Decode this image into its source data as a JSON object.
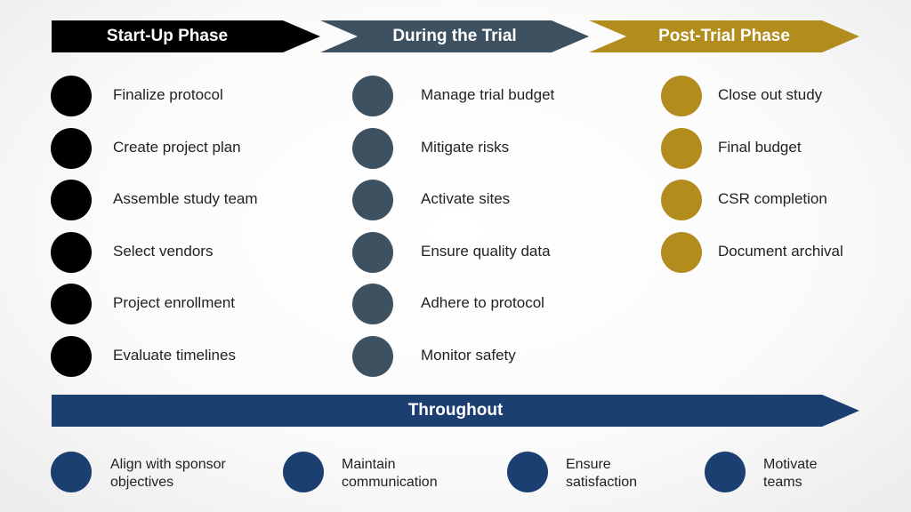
{
  "colors": {
    "startup": "#000000",
    "trial": "#3e5161",
    "post": "#b28c1c",
    "throughout": "#1c3f72"
  },
  "phases": [
    {
      "title": "Start-Up Phase",
      "items": [
        "Finalize protocol",
        "Create project plan",
        "Assemble study team",
        "Select vendors",
        "Project enrollment",
        "Evaluate timelines"
      ]
    },
    {
      "title": "During the Trial",
      "items": [
        "Manage trial budget",
        "Mitigate risks",
        "Activate sites",
        "Ensure quality data",
        "Adhere to protocol",
        "Monitor safety"
      ]
    },
    {
      "title": "Post-Trial Phase",
      "items": [
        "Close out study",
        "Final budget",
        "CSR completion",
        "Document archival"
      ]
    }
  ],
  "throughout": {
    "title": "Throughout",
    "items": [
      "Align with sponsor\nobjectives",
      "Maintain\ncommunication",
      "Ensure\nsatisfaction",
      "Motivate\nteams"
    ]
  }
}
